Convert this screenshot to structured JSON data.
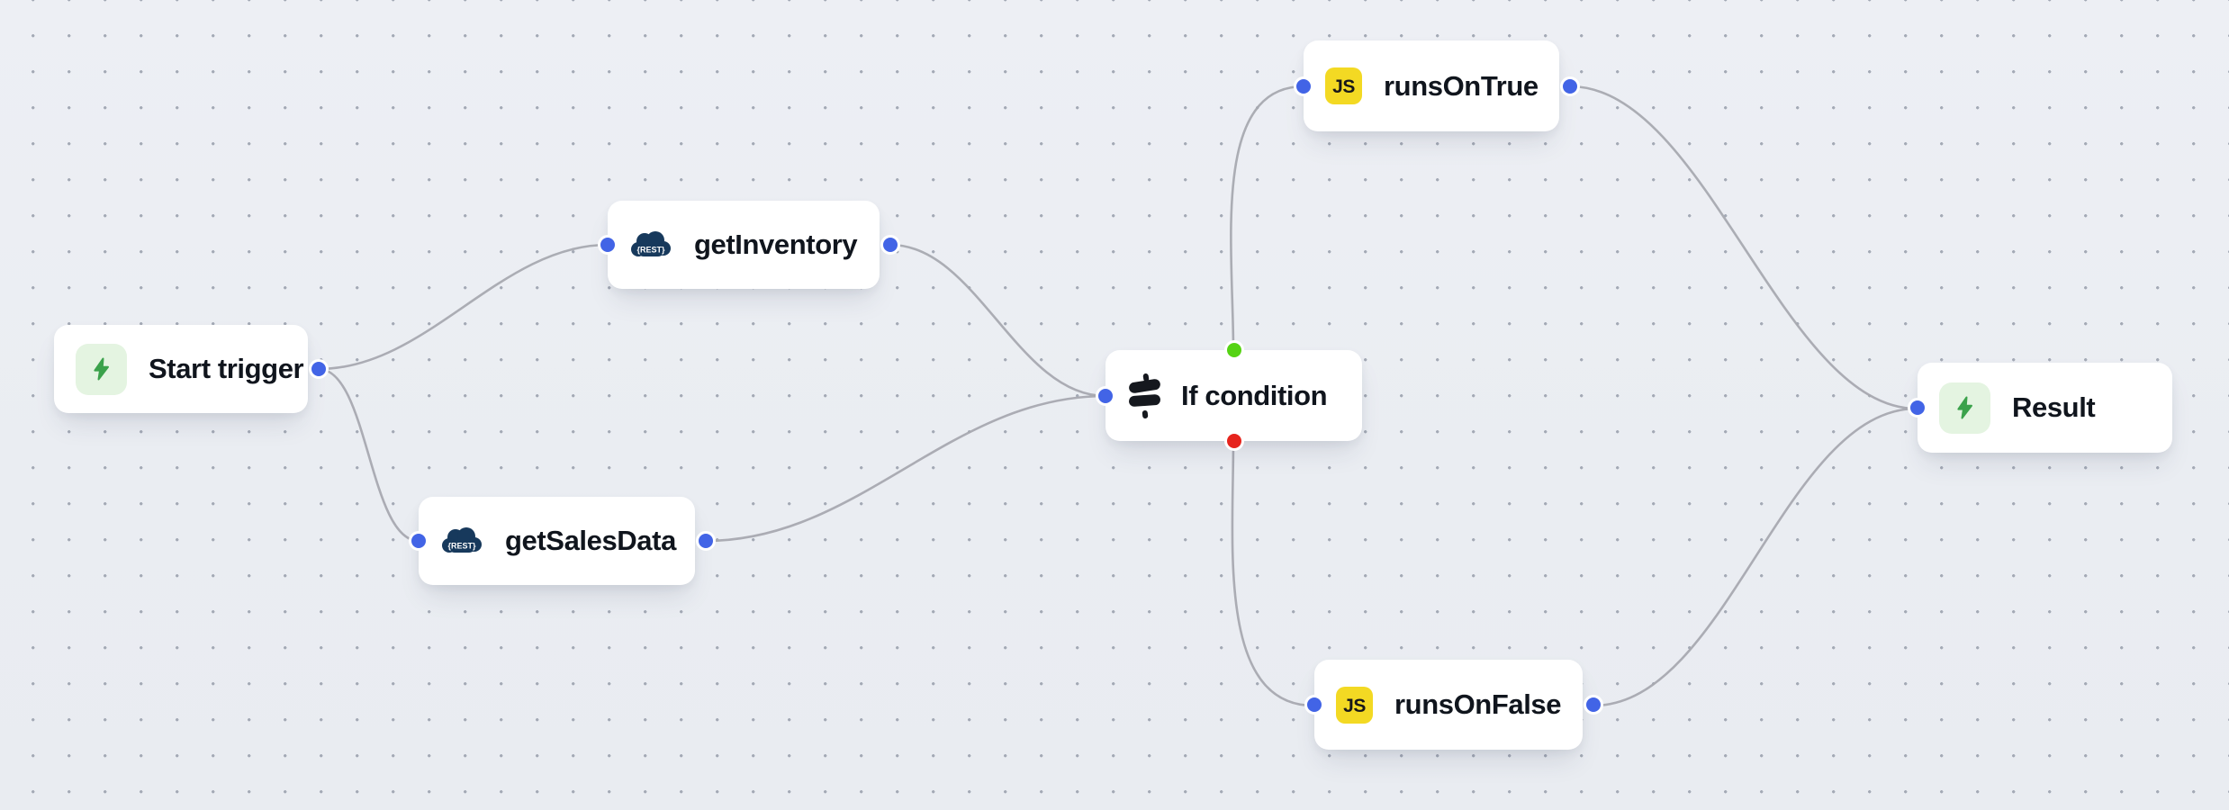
{
  "canvas": {
    "background_color": "#ebeef3",
    "grid_dot_color": "#a4aab6",
    "edge_color": "#a8a9b0",
    "node_background": "#ffffff"
  },
  "ports": {
    "io_color": "#4264e6",
    "true_branch_color": "#55d313",
    "false_branch_color": "#e6241d"
  },
  "nodes": {
    "start_trigger": {
      "label": "Start trigger",
      "icon": "lightning-icon",
      "icon_bg": "#e4f4e1",
      "icon_color": "#3ba24b"
    },
    "get_inventory": {
      "label": "getInventory",
      "icon": "rest-cloud-icon",
      "icon_text": "{REST}",
      "icon_color": "#17395c"
    },
    "get_sales_data": {
      "label": "getSalesData",
      "icon": "rest-cloud-icon",
      "icon_text": "{REST}",
      "icon_color": "#17395c"
    },
    "if_condition": {
      "label": "If condition",
      "icon": "branch-icon",
      "icon_color": "#15181e"
    },
    "runs_on_true": {
      "label": "runsOnTrue",
      "icon": "javascript-icon",
      "icon_text": "JS",
      "icon_bg": "#f3d923"
    },
    "runs_on_false": {
      "label": "runsOnFalse",
      "icon": "javascript-icon",
      "icon_text": "JS",
      "icon_bg": "#f3d923"
    },
    "result": {
      "label": "Result",
      "icon": "lightning-icon",
      "icon_bg": "#e4f4e1",
      "icon_color": "#3ba24b"
    }
  },
  "edges": [
    {
      "from": "start_trigger",
      "from_port": "output",
      "to": "get_inventory",
      "to_port": "input"
    },
    {
      "from": "start_trigger",
      "from_port": "output",
      "to": "get_sales_data",
      "to_port": "input"
    },
    {
      "from": "get_inventory",
      "from_port": "output",
      "to": "if_condition",
      "to_port": "input"
    },
    {
      "from": "get_sales_data",
      "from_port": "output",
      "to": "if_condition",
      "to_port": "input"
    },
    {
      "from": "if_condition",
      "from_port": "true",
      "to": "runs_on_true",
      "to_port": "input"
    },
    {
      "from": "if_condition",
      "from_port": "false",
      "to": "runs_on_false",
      "to_port": "input"
    },
    {
      "from": "runs_on_true",
      "from_port": "output",
      "to": "result",
      "to_port": "input"
    },
    {
      "from": "runs_on_false",
      "from_port": "output",
      "to": "result",
      "to_port": "input"
    }
  ]
}
